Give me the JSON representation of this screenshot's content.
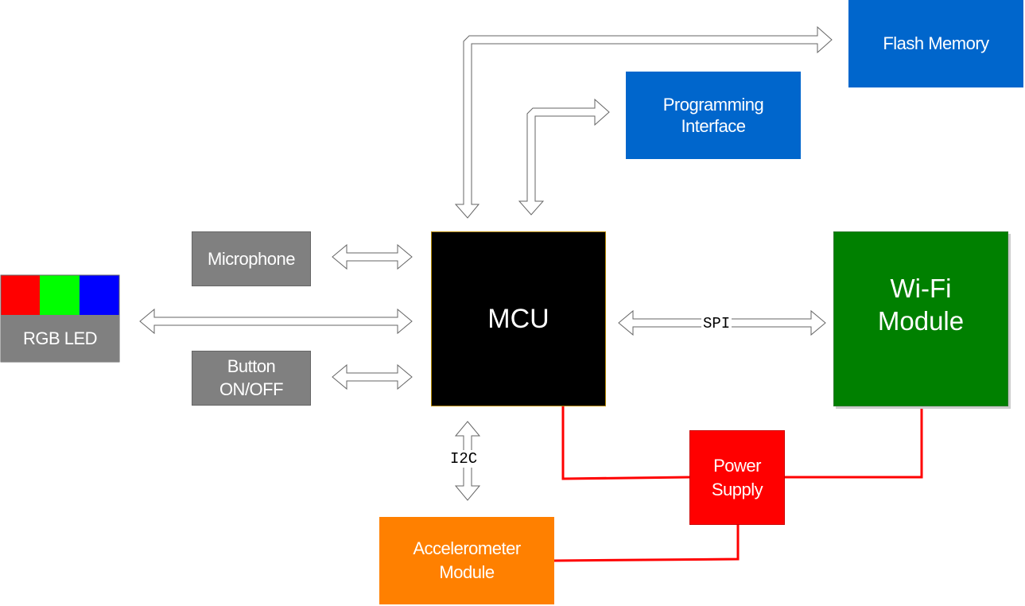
{
  "blocks": {
    "flash_memory": "Flash Memory",
    "programming_interface": {
      "line1": "Programming",
      "line2": "Interface"
    },
    "microphone": "Microphone",
    "rgb_led": "RGB LED",
    "button": {
      "line1": "Button",
      "line2": "ON/OFF"
    },
    "mcu": "MCU",
    "wifi_module": {
      "line1": "Wi-Fi",
      "line2": "Module"
    },
    "power_supply": {
      "line1": "Power",
      "line2": "Supply"
    },
    "accelerometer": {
      "line1": "Accelerometer",
      "line2": "Module"
    }
  },
  "buses": {
    "spi": "SPI",
    "i2c": "I2C"
  },
  "colors": {
    "blue_block": "#0066cc",
    "gray_block": "#808080",
    "mcu": "#000000",
    "wifi": "#008000",
    "power": "#ff0000",
    "accelerometer": "#ff8000",
    "power_wire": "#ff0000",
    "led_red": "#ff0000",
    "led_green": "#00ff00",
    "led_blue": "#0000ff"
  }
}
